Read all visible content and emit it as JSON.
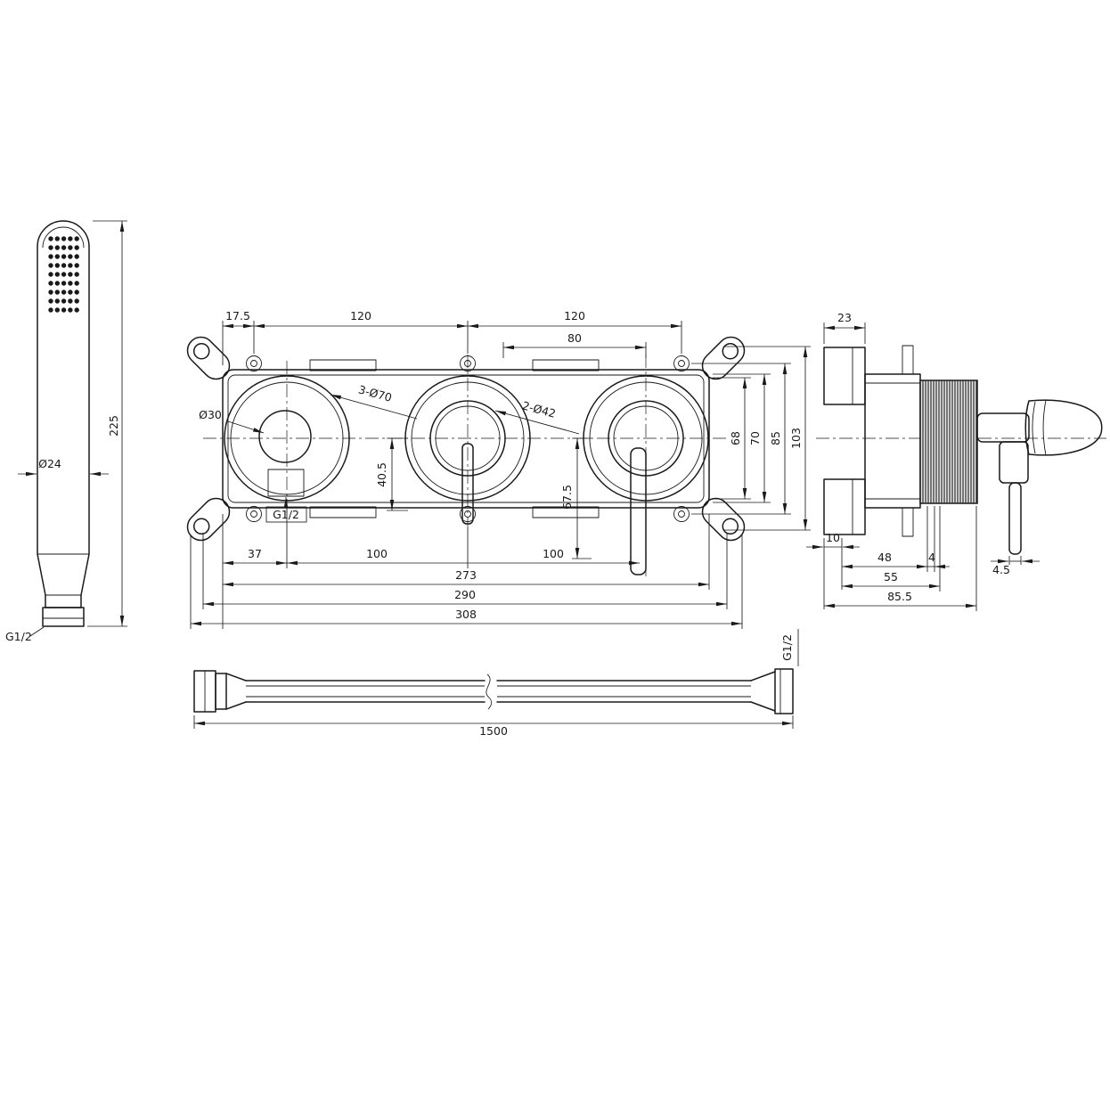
{
  "drawing": {
    "background": "#ffffff",
    "line_color": "#1a1a1a"
  },
  "handshower_view": {
    "length": "225",
    "diameter": "Ø24",
    "thread": "G1/2"
  },
  "front_view": {
    "offset_17_5": "17.5",
    "pitch_120_left": "120",
    "pitch_120_right": "120",
    "width_80": "80",
    "bore_30": "Ø30",
    "holes_70": "3-Ø70",
    "holes_42": "2-Ø42",
    "depth_40_5": "40.5",
    "depth_67_5": "67.5",
    "outlet_thread": "G1/2",
    "height_68": "68",
    "height_70": "70",
    "height_85": "85",
    "height_103": "103",
    "offset_37": "37",
    "spacing_100_left": "100",
    "spacing_100_right": "100",
    "width_273": "273",
    "width_290": "290",
    "width_308": "308"
  },
  "side_view": {
    "depth_23": "23",
    "depth_10": "10",
    "depth_48": "48",
    "depth_4": "4",
    "depth_55": "55",
    "depth_85_5": "85.5",
    "lever_4_5": "4.5"
  },
  "hose_view": {
    "length": "1500",
    "thread": "G1/2"
  }
}
